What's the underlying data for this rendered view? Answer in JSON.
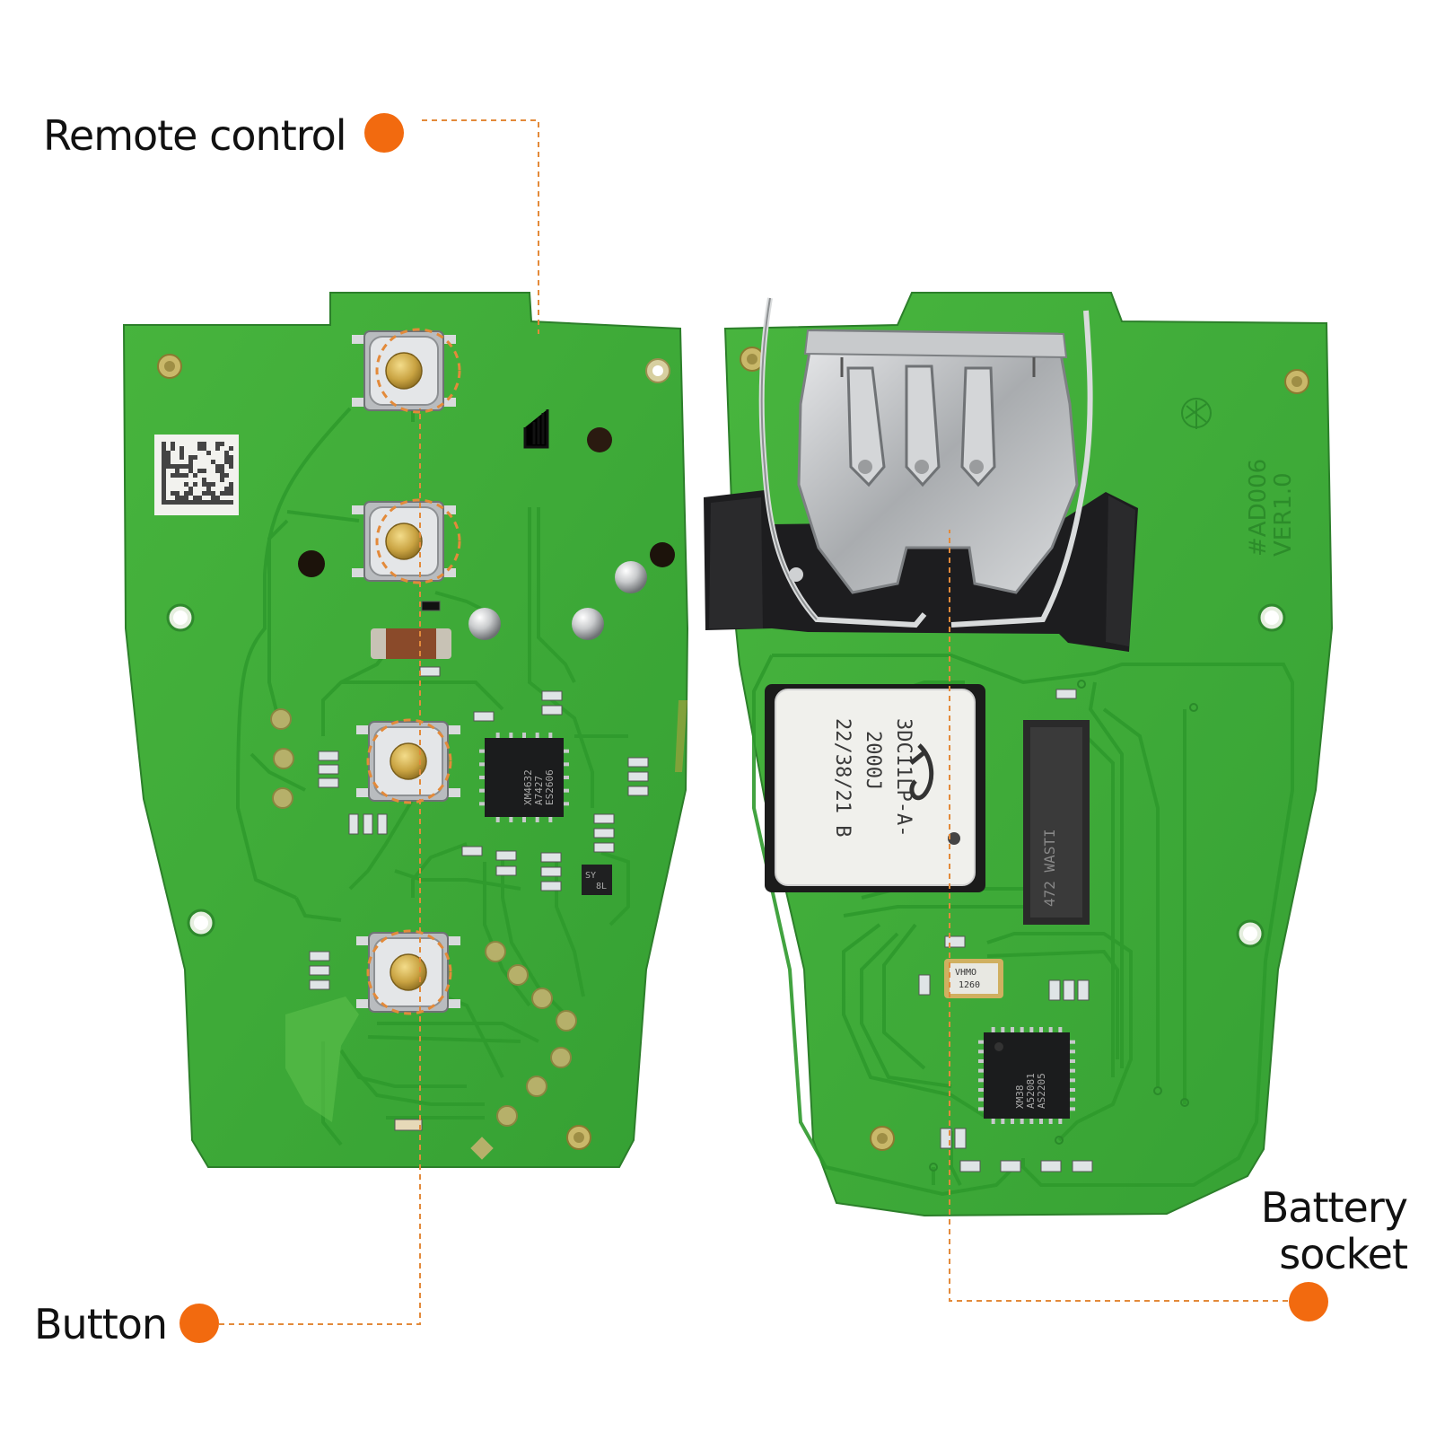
{
  "image": {
    "subject": "Two sides of a green circuit board from a car key fob, with callout labels",
    "background_color": "#ffffff",
    "pcb_color": "#3fae3a",
    "accent_color": "#f26a0f"
  },
  "callouts": {
    "remote_control": "Remote control",
    "button": "Button",
    "battery_socket_line1": "Battery",
    "battery_socket_line2": "socket"
  },
  "pcb_markings": {
    "left_chip": [
      "XM4632",
      "A7427",
      "ES2606"
    ],
    "left_small_chip": [
      "SY",
      "8L"
    ],
    "transponder": [
      "3DC11LP-A-",
      "2000J",
      "22/38/21 B"
    ],
    "crystal": [
      "VHMO",
      "1260"
    ],
    "right_chip": [
      "XM38",
      "A52081",
      "AS2205"
    ],
    "board_id": [
      "#AD006",
      "VER1.0"
    ],
    "connector": "472 WASTI"
  }
}
